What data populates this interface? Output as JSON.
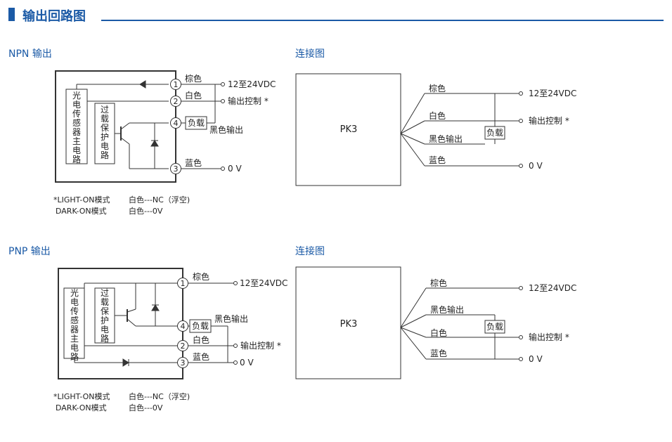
{
  "header": {
    "title": "输出回路图"
  },
  "npn": {
    "title": "NPN 输出",
    "sensor_main": "光电传感器主电路",
    "protect": "过载保护电路",
    "wire_brown": "棕色",
    "wire_white": "白色",
    "wire_blue": "蓝色",
    "wire_black": "黑色输出",
    "load": "负载",
    "v_supply": "12至24VDC",
    "ctrl_out": "输出控制 *",
    "v_zero": "0 V",
    "pin1": "1",
    "pin2": "2",
    "pin3": "3",
    "pin4": "4",
    "note_l1": "*LIGHT-ON模式",
    "note_r1": "白色---NC（浮空)",
    "note_l2": "DARK-ON模式",
    "note_r2": "白色---0V"
  },
  "npn_conn": {
    "title": "连接图",
    "box": "PK3",
    "wire_brown": "棕色",
    "wire_white": "白色",
    "wire_black": "黑色输出",
    "wire_blue": "蓝色",
    "load": "负载",
    "v_supply": "12至24VDC",
    "ctrl_out": "输出控制 *",
    "v_zero": "0 V"
  },
  "pnp": {
    "title": "PNP 输出",
    "sensor_main": "光电传感器主电路",
    "protect": "过载保护电路",
    "wire_brown": "棕色",
    "wire_white": "白色",
    "wire_blue": "蓝色",
    "wire_black": "黑色输出",
    "load": "负载",
    "v_supply": "12至24VDC",
    "ctrl_out": "输出控制 *",
    "v_zero": "0 V",
    "pin1": "1",
    "pin2": "2",
    "pin3": "3",
    "pin4": "4",
    "note_l1": "*LIGHT-ON模式",
    "note_r1": "白色---NC（浮空)",
    "note_l2": "DARK-ON模式",
    "note_r2": "白色---0V"
  },
  "pnp_conn": {
    "title": "连接图",
    "box": "PK3",
    "wire_brown": "棕色",
    "wire_black": "黑色输出",
    "wire_white": "白色",
    "wire_blue": "蓝色",
    "load": "负载",
    "v_supply": "12至24VDC",
    "ctrl_out": "输出控制 *",
    "v_zero": "0 V"
  }
}
